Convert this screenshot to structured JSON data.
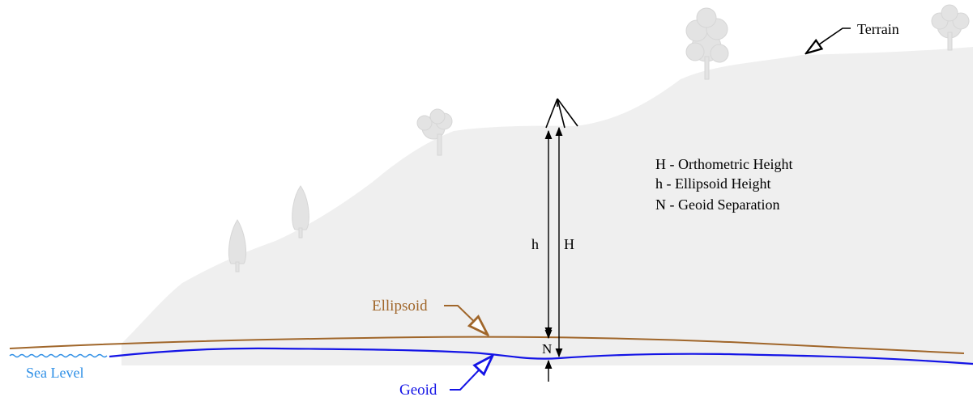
{
  "labels": {
    "terrain": "Terrain",
    "ellipsoid": "Ellipsoid",
    "geoid": "Geoid",
    "sea_level": "Sea Level",
    "h_short": "h",
    "H_short": "H",
    "N_short": "N"
  },
  "legend": {
    "line1": "H - Orthometric Height",
    "line2": "h - Ellipsoid Height",
    "line3": "N - Geoid Separation"
  },
  "colors": {
    "terrain_fill": "#efefef",
    "tree_fill": "#e3e3e3",
    "ellipsoid": "#a0662a",
    "geoid": "#1414e6",
    "sea_level": "#2e8fe6",
    "ink": "#000000"
  }
}
